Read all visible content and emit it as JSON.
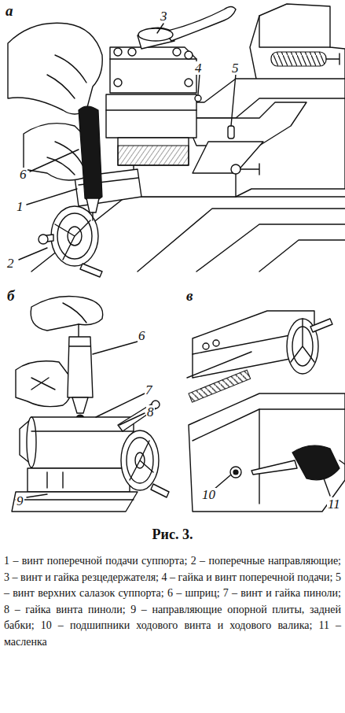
{
  "diagram": {
    "title": "Рис. 3.",
    "caption": "1 – винт поперечной подачи суппорта; 2 – поперечные направляющие; 3 – винт и гайка резцедержателя; 4 – гайка и винт поперечной подачи; 5 – винт верхних салазок суппорта; 6 – шприц; 7 – винт и гайка пиноли; 8 – гайка винта пиноли; 9 – направляющие опорной плиты, задней бабки; 10 – подшипники ходового винта и ходового валика; 11 – масленка",
    "labels": [
      "а",
      "3",
      "4",
      "5",
      "6",
      "1",
      "2",
      "б",
      "в",
      "6",
      "7",
      "8",
      "9",
      "10",
      "11"
    ]
  }
}
